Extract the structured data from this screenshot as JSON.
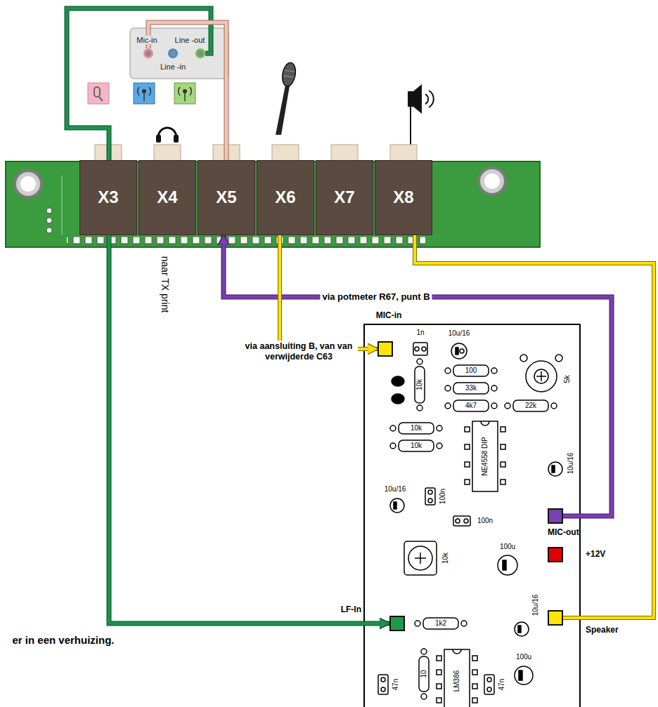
{
  "diagram": {
    "nodes": [
      {
        "text": [
          "Mic-in"
        ]
      },
      {
        "text": [
          "Line -in"
        ]
      },
      {
        "text": [
          "Line -out"
        ]
      },
      {
        "text": [
          "X3"
        ]
      },
      {
        "text": [
          "X4"
        ]
      },
      {
        "text": [
          "X5"
        ]
      },
      {
        "text": [
          "X6"
        ]
      },
      {
        "text": [
          "X7"
        ]
      },
      {
        "text": [
          "X8"
        ]
      },
      {
        "text": [
          "MIC-in"
        ]
      },
      {
        "text": [
          "MIC-out"
        ]
      },
      {
        "text": [
          "+12V"
        ]
      },
      {
        "text": [
          "Speaker"
        ]
      },
      {
        "text": [
          "LF-In"
        ]
      }
    ],
    "edges": [
      {
        "from": 2,
        "to": 3,
        "arrow": "none"
      },
      {
        "from": 0,
        "to": 5,
        "arrow": "none"
      },
      {
        "from": 3,
        "to": 13,
        "arrow": "to"
      },
      {
        "from": 10,
        "to": 5,
        "arrow": "to",
        "label": "via potmeter R67, punt B"
      },
      {
        "from": 6,
        "to": 9,
        "arrow": "to",
        "label": "via aansluiting B, van van verwijderde C63"
      },
      {
        "from": 8,
        "to": 12,
        "arrow": "none"
      }
    ],
    "labels": [
      "naar TX print",
      "er in een verhuizing.",
      "1n",
      "10u/16",
      "10k",
      "5k",
      "100",
      "33k",
      "4k7",
      "22k",
      "10k",
      "10k",
      "NE4558 DIP",
      "10u/16",
      "10u/16",
      "100n",
      "100n",
      "10k",
      "100u",
      "1k2",
      "10u/16",
      "100u",
      "47n",
      "10",
      "LM386",
      "47n"
    ]
  }
}
